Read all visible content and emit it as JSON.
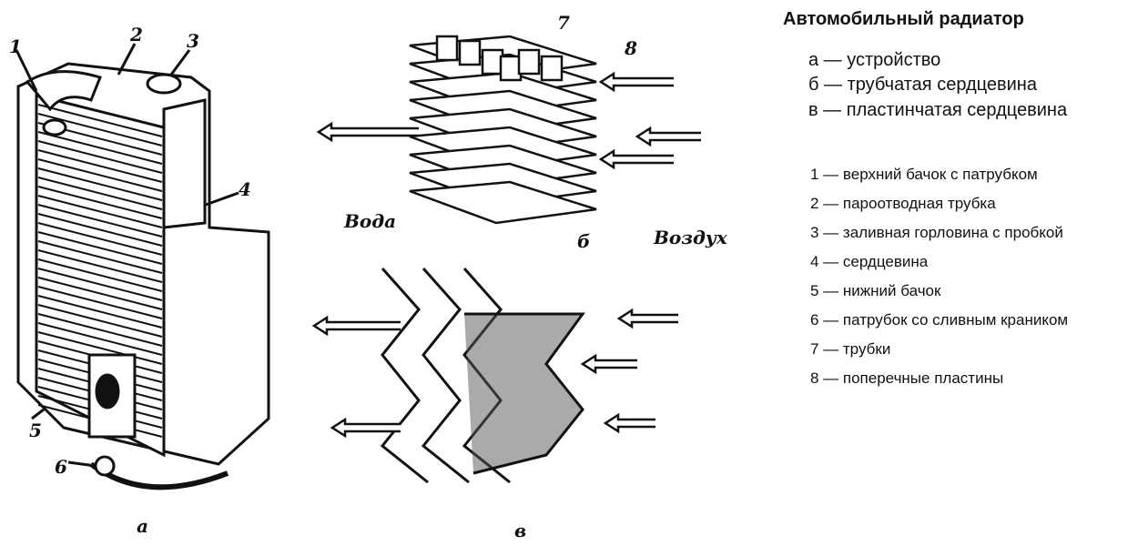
{
  "title": "Автомобильный радиатор",
  "views": [
    {
      "key": "а",
      "text": "а — устройство"
    },
    {
      "key": "б",
      "text": "б — трубчатая сердцевина"
    },
    {
      "key": "в",
      "text": "в — пластинчатая сердцевина"
    }
  ],
  "parts": [
    {
      "num": "1",
      "text": "1 — верхний бачок с патрубком"
    },
    {
      "num": "2",
      "text": "2 — пароотводная трубка"
    },
    {
      "num": "3",
      "text": "3 — заливная горловина с пробкой"
    },
    {
      "num": "4",
      "text": "4 — сердцевина"
    },
    {
      "num": "5",
      "text": "5 — нижний бачок"
    },
    {
      "num": "6",
      "text": "6 — патрубок со сливным краником"
    },
    {
      "num": "7",
      "text": "7 — трубки"
    },
    {
      "num": "8",
      "text": "8 — поперечные пластины"
    }
  ],
  "diagram_labels": {
    "water": "Вода",
    "air": "Воздух"
  }
}
